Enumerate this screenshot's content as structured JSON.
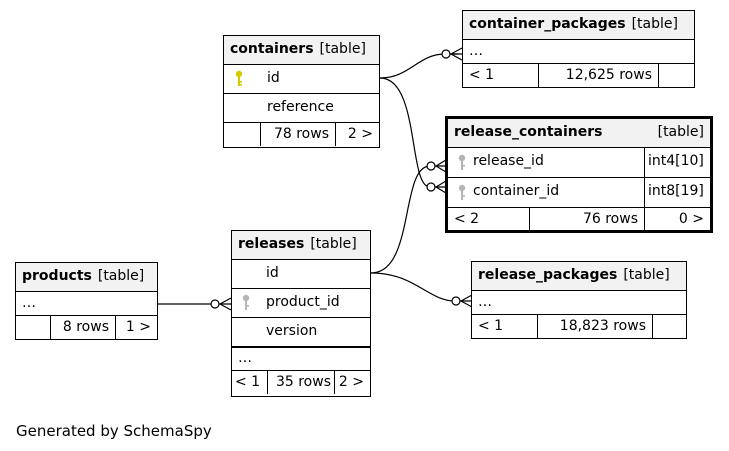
{
  "colors": {
    "primary_key": "#d4c800",
    "foreign_key": "#b5b5b5",
    "border": "#000000",
    "header_bg": "#f2f2f2"
  },
  "tables": {
    "containers": {
      "name": "containers",
      "type": "[table]",
      "columns": [
        {
          "name": "id",
          "key": "primary-key"
        },
        {
          "name": "reference",
          "key": ""
        }
      ],
      "rows": "78 rows",
      "children": "2 >"
    },
    "container_packages": {
      "name": "container_packages",
      "type": "[table]",
      "columns": [
        {
          "name": "…"
        }
      ],
      "parents": "< 1",
      "rows": "12,625 rows"
    },
    "release_containers": {
      "name": "release_containers",
      "type": "[table]",
      "columns": [
        {
          "name": "release_id",
          "type": "int4[10]",
          "key": "foreign-key"
        },
        {
          "name": "container_id",
          "type": "int8[19]",
          "key": "foreign-key"
        }
      ],
      "parents": "< 2",
      "rows": "76 rows",
      "children": "0 >"
    },
    "products": {
      "name": "products",
      "type": "[table]",
      "columns": [
        {
          "name": "…"
        }
      ],
      "rows": "8 rows",
      "children": "1 >"
    },
    "releases": {
      "name": "releases",
      "type": "[table]",
      "columns": [
        {
          "name": "id",
          "key": ""
        },
        {
          "name": "product_id",
          "key": "foreign-key"
        },
        {
          "name": "version",
          "key": ""
        },
        {
          "name": "…",
          "key": ""
        }
      ],
      "parents": "< 1",
      "rows": "35 rows",
      "children": "2 >"
    },
    "release_packages": {
      "name": "release_packages",
      "type": "[table]",
      "columns": [
        {
          "name": "…"
        }
      ],
      "parents": "< 1",
      "rows": "18,823 rows"
    }
  },
  "relationships": [
    {
      "from": "containers.id",
      "to": "container_packages"
    },
    {
      "from": "containers.id",
      "to": "release_containers.container_id"
    },
    {
      "from": "releases.id",
      "to": "release_containers.release_id"
    },
    {
      "from": "releases.id",
      "to": "release_packages"
    },
    {
      "from": "products",
      "to": "releases.product_id"
    }
  ],
  "footer": {
    "credit": "Generated by SchemaSpy"
  }
}
